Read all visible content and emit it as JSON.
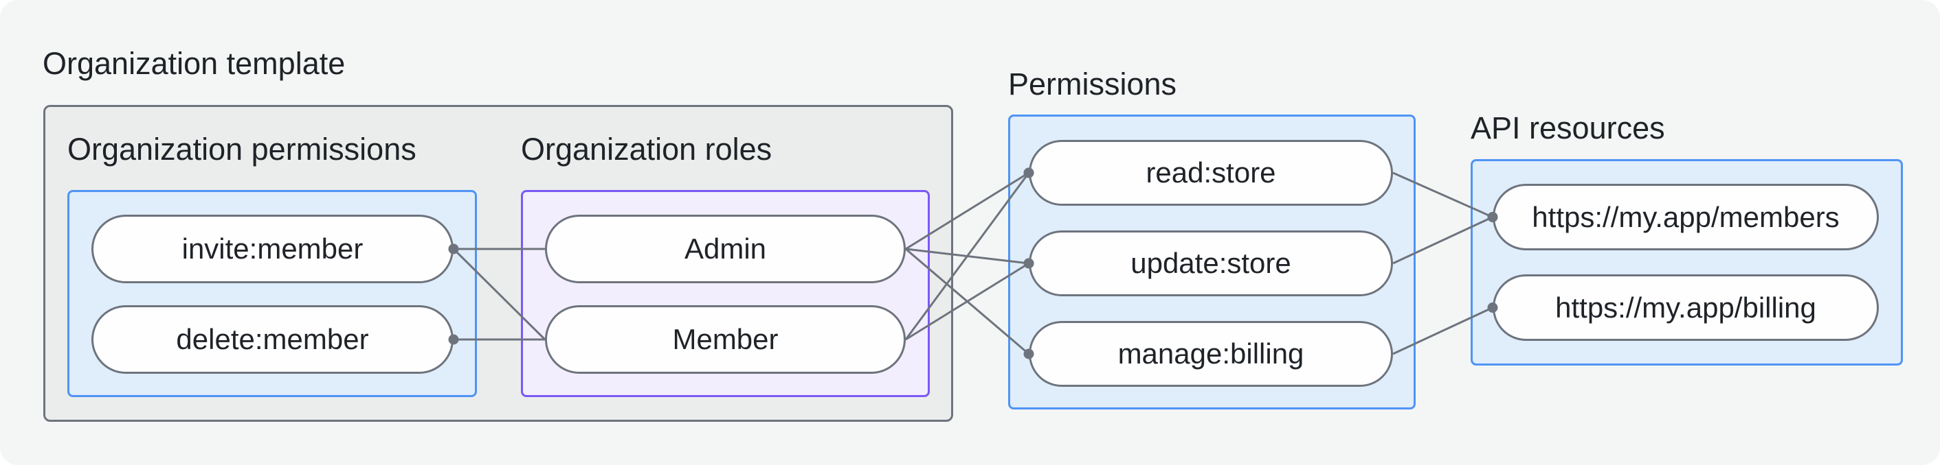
{
  "org_template": {
    "label": "Organization template",
    "groups": [
      {
        "label": "Organization permissions",
        "nodes": [
          {
            "id": "invite",
            "label": "invite:member"
          },
          {
            "id": "delete",
            "label": "delete:member"
          }
        ]
      },
      {
        "label": "Organization roles",
        "nodes": [
          {
            "id": "admin",
            "label": "Admin"
          },
          {
            "id": "member",
            "label": "Member"
          }
        ]
      }
    ]
  },
  "permissions": {
    "label": "Permissions",
    "nodes": [
      {
        "id": "read",
        "label": "read:store"
      },
      {
        "id": "update",
        "label": "update:store"
      },
      {
        "id": "manage",
        "label": "manage:billing"
      }
    ]
  },
  "api_resources": {
    "label": "API resources",
    "nodes": [
      {
        "id": "members",
        "label": "https://my.app/members"
      },
      {
        "id": "billing",
        "label": "https://my.app/billing"
      }
    ]
  },
  "edges": [
    {
      "from": "invite",
      "to": "admin",
      "dot": "from"
    },
    {
      "from": "invite",
      "to": "member",
      "dot": "from"
    },
    {
      "from": "delete",
      "to": "member",
      "dot": "from"
    },
    {
      "from": "admin",
      "to": "read",
      "dot": "to"
    },
    {
      "from": "admin",
      "to": "update",
      "dot": "to"
    },
    {
      "from": "admin",
      "to": "manage",
      "dot": "to"
    },
    {
      "from": "member",
      "to": "read",
      "dot": "to"
    },
    {
      "from": "member",
      "to": "update",
      "dot": "to"
    },
    {
      "from": "read",
      "to": "members",
      "dot": "to"
    },
    {
      "from": "update",
      "to": "members",
      "dot": "to"
    },
    {
      "from": "manage",
      "to": "billing",
      "dot": "to"
    }
  ],
  "colors": {
    "page_bg": "#ffffff",
    "canvas_bg": "#f4f6f5",
    "gray_box_fill": "#ebedec",
    "gray_stroke": "#6e747d",
    "blue_box_fill": "#e0edfb",
    "blue_stroke": "#4f94f5",
    "purple_box_fill": "#f3eefd",
    "purple_stroke": "#7b59f5",
    "pill_fill": "#fefefe",
    "text": "#1f2328",
    "connector": "#6e747d"
  }
}
